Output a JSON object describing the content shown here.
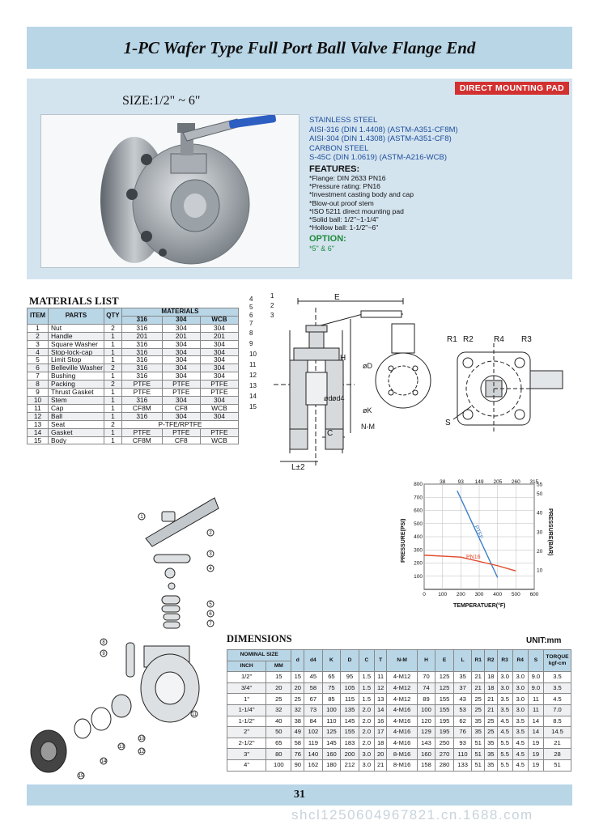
{
  "header": {
    "title": "1-PC Wafer Type Full Port Ball Valve Flange End"
  },
  "info": {
    "badge": "DIRECT MOUNTING PAD",
    "size": "SIZE:1/2\" ~ 6\"",
    "materials": [
      "STAINLESS STEEL",
      "AISI-316 (DIN 1.4408) (ASTM-A351-CF8M)",
      "AISI-304 (DIN 1.4308) (ASTM-A351-CF8)",
      "CARBON STEEL",
      "S-45C (DIN 1.0619) (ASTM-A216-WCB)"
    ],
    "features_title": "FEATURES:",
    "features": [
      "*Flange: DIN 2633 PN16",
      "*Pressure rating: PN16",
      "*Investment casting body and cap",
      "*Blow-out proof stem",
      "*ISO 5211 direct mounting pad",
      "*Solid ball: 1/2\"~1-1/4\"",
      "*Hollow ball: 1-1/2\"~6\""
    ],
    "option_title": "OPTION:",
    "option": "*5\" & 6\""
  },
  "materials_list": {
    "title": "MATERIALS LIST",
    "headers": {
      "item": "ITEM",
      "parts": "PARTS",
      "qty": "QTY",
      "materials": "MATERIALS",
      "c316": "316",
      "c304": "304",
      "cwcb": "WCB"
    },
    "rows": [
      [
        "1",
        "Nut",
        "2",
        "316",
        "304",
        "304"
      ],
      [
        "2",
        "Handle",
        "1",
        "201",
        "201",
        "201"
      ],
      [
        "3",
        "Square Washer",
        "1",
        "316",
        "304",
        "304"
      ],
      [
        "4",
        "Stop-lock-cap",
        "1",
        "316",
        "304",
        "304"
      ],
      [
        "5",
        "Limit Stop",
        "1",
        "316",
        "304",
        "304"
      ],
      [
        "6",
        "Belleville Washer",
        "2",
        "316",
        "304",
        "304"
      ],
      [
        "7",
        "Bushing",
        "1",
        "316",
        "304",
        "304"
      ],
      [
        "8",
        "Packing",
        "2",
        "PTFE",
        "PTFE",
        "PTFE"
      ],
      [
        "9",
        "Thrust Gasket",
        "1",
        "PTFE",
        "PTFE",
        "PTFE"
      ],
      [
        "10",
        "Stem",
        "1",
        "316",
        "304",
        "304"
      ],
      [
        "11",
        "Cap",
        "1",
        "CF8M",
        "CF8",
        "WCB"
      ],
      [
        "12",
        "Ball",
        "1",
        "316",
        "304",
        "304"
      ],
      [
        "13",
        "Seat",
        "2",
        "P-TFE/RPTFE",
        "",
        ""
      ],
      [
        "14",
        "Gasket",
        "1",
        "PTFE",
        "PTFE",
        "PTFE"
      ],
      [
        "15",
        "Body",
        "1",
        "CF8M",
        "CF8",
        "WCB"
      ]
    ]
  },
  "section_drawing": {
    "labels": {
      "E": "E",
      "H": "H",
      "L": "L±2",
      "C": "C",
      "od": "ød",
      "od4": "ød4",
      "oD": "øD",
      "oK": "øK",
      "NM": "N-M"
    },
    "callouts": [
      "4",
      "5",
      "6",
      "7",
      "8",
      "9",
      "10",
      "11",
      "12",
      "13",
      "14",
      "15",
      "1",
      "2",
      "3"
    ]
  },
  "pad_drawing": {
    "labels": [
      "R1",
      "R2",
      "R4",
      "R3",
      "S"
    ]
  },
  "chart_data": {
    "type": "line",
    "title": "",
    "xlabel": "TEMPERATUER(°F)",
    "ylabel": "PRESSURE(PSI)",
    "y2label": "PRESSURE(BAR)",
    "x_ticks_bottom": [
      0,
      100,
      200,
      300,
      400,
      500,
      600
    ],
    "x_ticks_top": [
      38,
      93,
      149,
      205,
      260,
      315
    ],
    "y_ticks_left": [
      100,
      200,
      300,
      400,
      500,
      600,
      700,
      800
    ],
    "y_ticks_right": [
      10,
      20,
      30,
      40,
      50,
      55
    ],
    "xlim": [
      0,
      600
    ],
    "ylim": [
      0,
      800
    ],
    "series": [
      {
        "name": "PTFE",
        "color": "#3a7fc8",
        "points": [
          [
            180,
            750
          ],
          [
            400,
            90
          ]
        ]
      },
      {
        "name": "PN16",
        "color": "#e04a2a",
        "points": [
          [
            0,
            260
          ],
          [
            200,
            245
          ],
          [
            400,
            180
          ],
          [
            500,
            140
          ]
        ]
      }
    ]
  },
  "exploded_callouts": [
    "1",
    "2",
    "3",
    "4",
    "5",
    "6",
    "7",
    "8",
    "9",
    "10",
    "11",
    "12",
    "13",
    "14",
    "15"
  ],
  "dimensions": {
    "title": "DIMENSIONS",
    "unit": "UNIT:mm",
    "headers": {
      "nominal": "NOMINAL SIZE",
      "inch": "INCH",
      "mm": "MM",
      "cols": [
        "d",
        "d4",
        "K",
        "D",
        "C",
        "T",
        "N-M",
        "H",
        "E",
        "L",
        "R1",
        "R2",
        "R3",
        "R4",
        "S"
      ],
      "torque": "TORQUE kgf-cm"
    },
    "rows": [
      [
        "1/2\"",
        "15",
        "15",
        "45",
        "65",
        "95",
        "1.5",
        "11",
        "4-M12",
        "70",
        "125",
        "35",
        "21",
        "18",
        "3.0",
        "3.0",
        "9.0",
        "3.5"
      ],
      [
        "3/4\"",
        "20",
        "20",
        "58",
        "75",
        "105",
        "1.5",
        "12",
        "4-M12",
        "74",
        "125",
        "37",
        "21",
        "18",
        "3.0",
        "3.0",
        "9.0",
        "3.5"
      ],
      [
        "1\"",
        "25",
        "25",
        "67",
        "85",
        "115",
        "1.5",
        "13",
        "4-M12",
        "89",
        "155",
        "43",
        "25",
        "21",
        "3.5",
        "3.0",
        "11",
        "4.5"
      ],
      [
        "1-1/4\"",
        "32",
        "32",
        "73",
        "100",
        "135",
        "2.0",
        "14",
        "4-M16",
        "100",
        "155",
        "53",
        "25",
        "21",
        "3.5",
        "3.0",
        "11",
        "7.0"
      ],
      [
        "1-1/2\"",
        "40",
        "38",
        "84",
        "110",
        "145",
        "2.0",
        "16",
        "4-M16",
        "120",
        "195",
        "62",
        "35",
        "25",
        "4.5",
        "3.5",
        "14",
        "8.5"
      ],
      [
        "2\"",
        "50",
        "49",
        "102",
        "125",
        "155",
        "2.0",
        "17",
        "4-M16",
        "129",
        "195",
        "76",
        "35",
        "25",
        "4.5",
        "3.5",
        "14",
        "14.5"
      ],
      [
        "2-1/2\"",
        "65",
        "58",
        "119",
        "145",
        "183",
        "2.0",
        "18",
        "4-M16",
        "143",
        "250",
        "93",
        "51",
        "35",
        "5.5",
        "4.5",
        "19",
        "21"
      ],
      [
        "3\"",
        "80",
        "76",
        "140",
        "160",
        "200",
        "3.0",
        "20",
        "8-M16",
        "160",
        "270",
        "110",
        "51",
        "35",
        "5.5",
        "4.5",
        "19",
        "28"
      ],
      [
        "4\"",
        "100",
        "90",
        "162",
        "180",
        "212",
        "3.0",
        "21",
        "8-M16",
        "158",
        "280",
        "133",
        "51",
        "35",
        "5.5",
        "4.5",
        "19",
        "51"
      ]
    ]
  },
  "footer": {
    "page": "31",
    "watermark": "shcl1250604967821.cn.1688.com"
  }
}
